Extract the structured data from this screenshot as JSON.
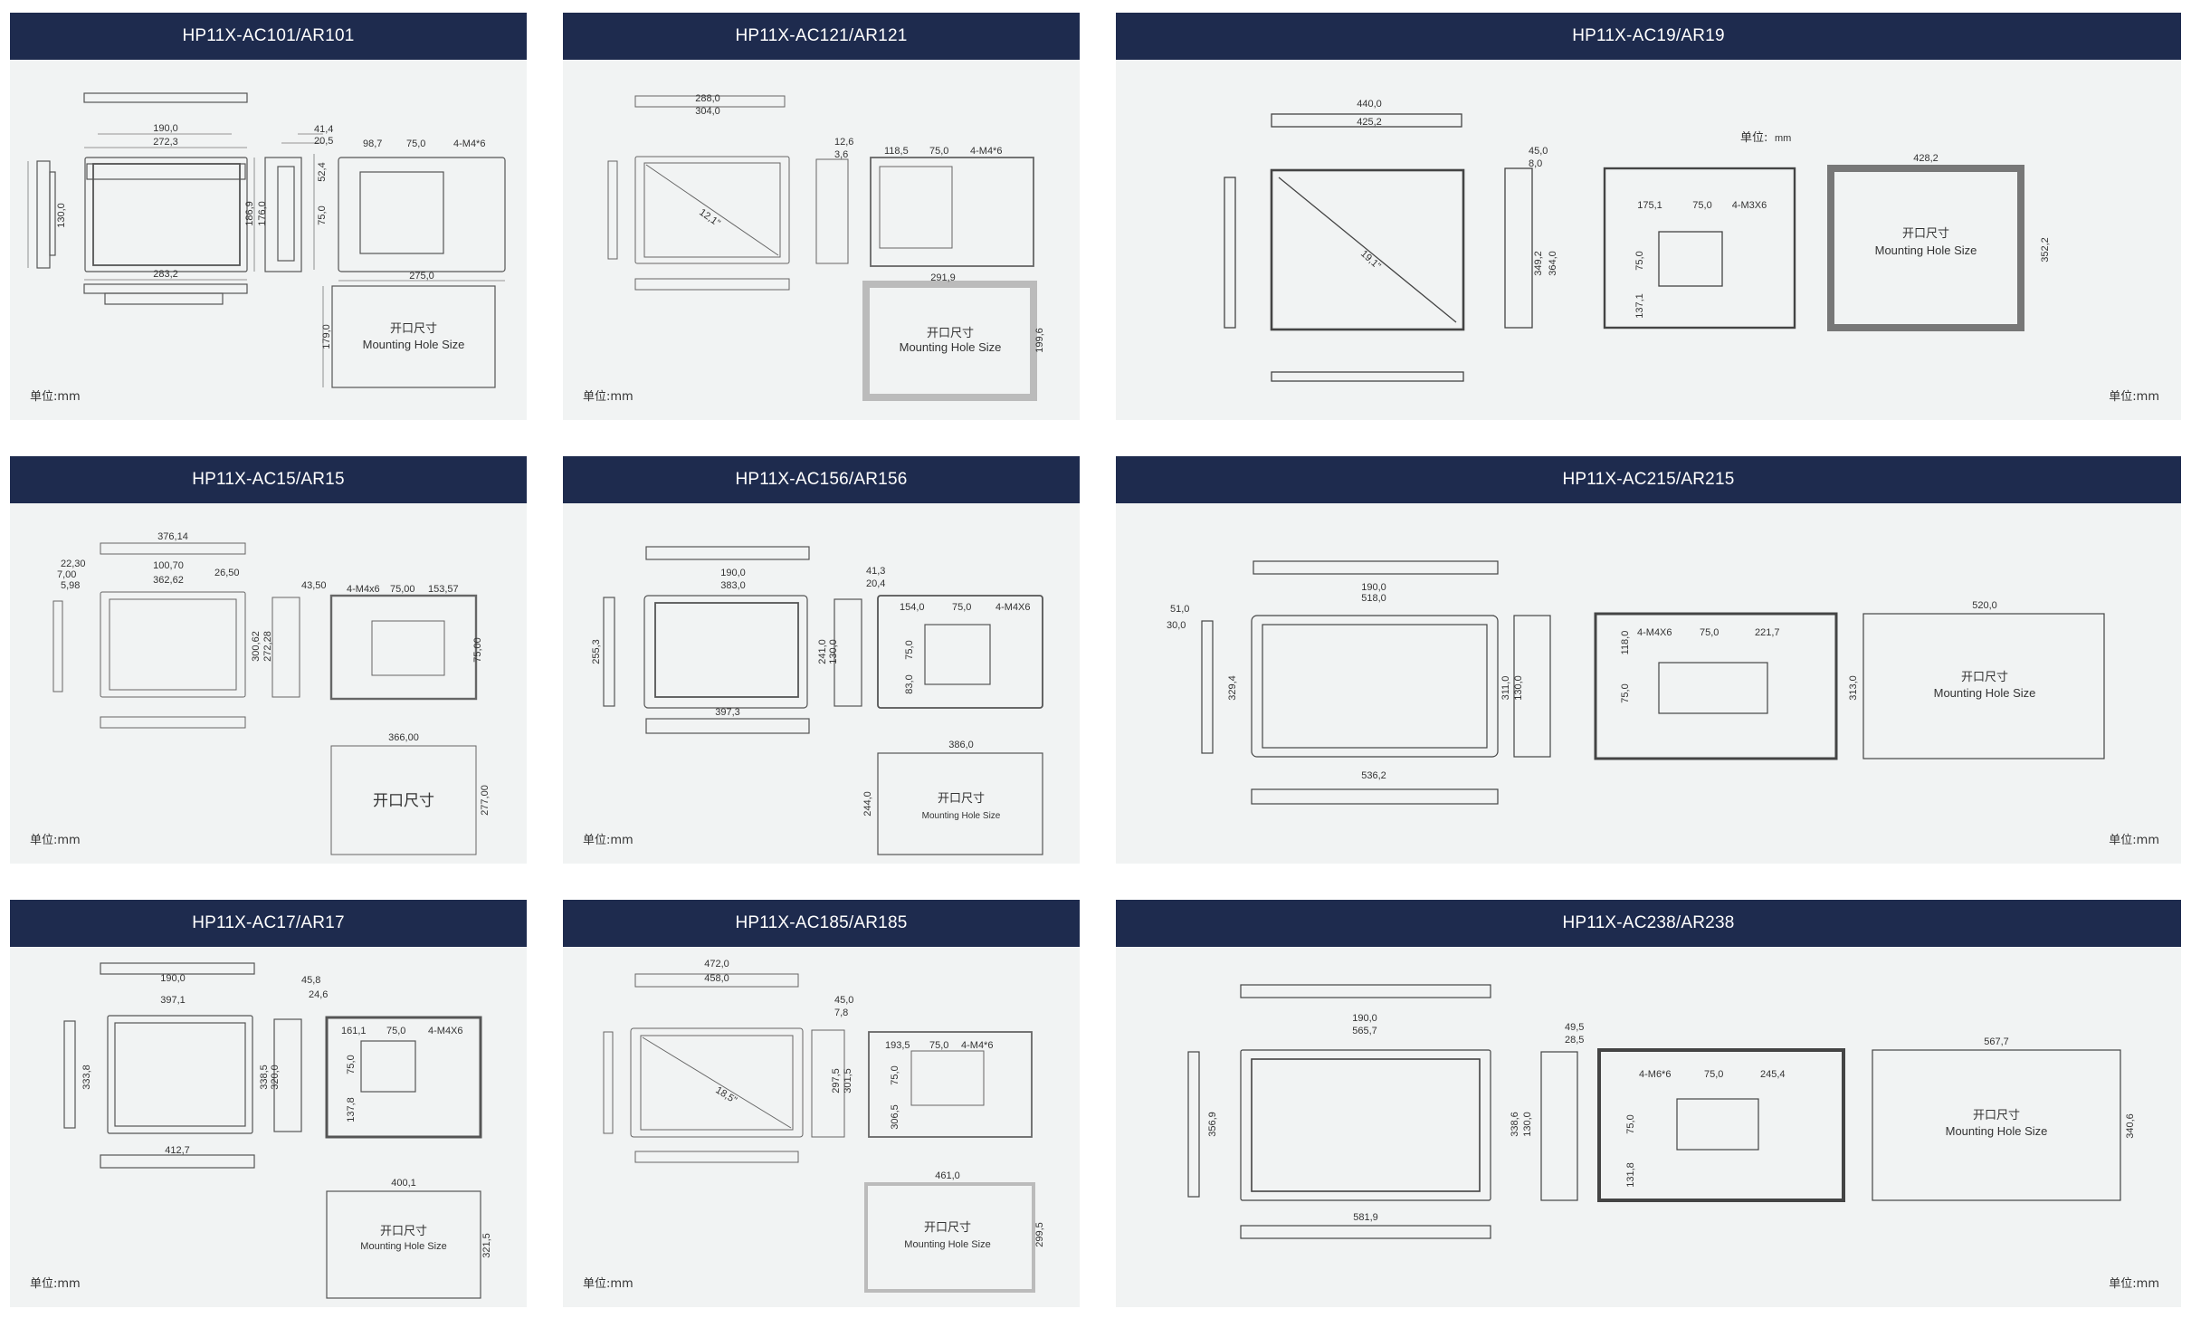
{
  "colors": {
    "header_bg": "#1e2b4e",
    "panel_bg": "#f1f3f3",
    "line": "#555555"
  },
  "panels": [
    {
      "title": "HP11X-AC101/AR101",
      "unit": "单位:mm",
      "dims": {
        "d1": "190,0",
        "d2": "272,3",
        "d3": "41,4",
        "d4": "20,5",
        "d5": "98,7",
        "d6": "75,0",
        "d7": "4-M4*6",
        "d8": "130,0",
        "d9": "186,9",
        "d10": "176,0",
        "d11": "75,0",
        "d12": "52,4",
        "d13": "283,2",
        "d14": "275,0",
        "d15": "179,0"
      },
      "hole": {
        "cn": "开口尺寸",
        "en": "Mounting Hole Size"
      }
    },
    {
      "title": "HP11X-AC121/AR121",
      "unit": "单位:mm",
      "dims": {
        "d1": "288,0",
        "d2": "304,0",
        "d3": "12,6",
        "d4": "3,6",
        "d5": "118,5",
        "d6": "75,0",
        "d7": "4-M4*6",
        "d8": "12,1\"",
        "d9": "291,9",
        "d10": "199,6"
      },
      "hole": {
        "cn": "开口尺寸",
        "en": "Mounting Hole Size"
      }
    },
    {
      "title": "HP11X-AC19/AR19",
      "unit": "单位:mm",
      "unit_label": "单位:",
      "unit_value": "mm",
      "dims": {
        "d1": "440,0",
        "d2": "425,2",
        "d3": "45,0",
        "d4": "8,0",
        "d5": "19,1\"",
        "d6": "349,2",
        "d7": "364,0",
        "d8": "175,1",
        "d9": "75,0",
        "d10": "4-M3X6",
        "d11": "75,0",
        "d12": "137,1",
        "d13": "428,2",
        "d14": "352,2"
      },
      "hole": {
        "cn": "开口尺寸",
        "en": "Mounting Hole Size"
      }
    },
    {
      "title": "HP11X-AC15/AR15",
      "unit": "单位:mm",
      "dims": {
        "d1": "376,14",
        "d2": "100,70",
        "d3": "362,62",
        "d4": "26,50",
        "d5": "22,30",
        "d6": "7,00",
        "d7": "5,98",
        "d8": "4-M4x6",
        "d9": "75,00",
        "d10": "153,57",
        "d11": "43,50",
        "d12": "300,62",
        "d13": "272,28",
        "d14": "75,00",
        "d15": "366,00",
        "d16": "277,00"
      },
      "hole": {
        "cn": "开口尺寸",
        "en": ""
      }
    },
    {
      "title": "HP11X-AC156/AR156",
      "unit": "单位:mm",
      "dims": {
        "d1": "190,0",
        "d2": "383,0",
        "d3": "41,3",
        "d4": "20,4",
        "d5": "154,0",
        "d6": "75,0",
        "d7": "4-M4X6",
        "d8": "255,3",
        "d9": "241,0",
        "d10": "130,0",
        "d11": "75,0",
        "d12": "83,0",
        "d13": "397,3",
        "d14": "386,0",
        "d15": "244,0"
      },
      "hole": {
        "cn": "开口尺寸",
        "en": "Mounting Hole Size"
      }
    },
    {
      "title": "HP11X-AC215/AR215",
      "unit": "单位:mm",
      "dims": {
        "d1": "51,0",
        "d2": "30,0",
        "d3": "190,0",
        "d4": "518,0",
        "d5": "329,4",
        "d6": "311,0",
        "d7": "130,0",
        "d8": "4-M4X6",
        "d9": "75,0",
        "d10": "221,7",
        "d11": "118,0",
        "d12": "75,0",
        "d13": "313,0",
        "d14": "520,0",
        "d15": "536,2"
      },
      "hole": {
        "cn": "开口尺寸",
        "en": "Mounting Hole Size"
      }
    },
    {
      "title": "HP11X-AC17/AR17",
      "unit": "单位:mm",
      "dims": {
        "d1": "190,0",
        "d2": "397,1",
        "d3": "45,8",
        "d4": "24,6",
        "d5": "161,1",
        "d6": "75,0",
        "d7": "4-M4X6",
        "d8": "333,8",
        "d9": "338,5",
        "d10": "320,0",
        "d11": "75,0",
        "d12": "137,8",
        "d13": "412,7",
        "d14": "400,1",
        "d15": "321,5"
      },
      "hole": {
        "cn": "开口尺寸",
        "en": "Mounting Hole Size"
      }
    },
    {
      "title": "HP11X-AC185/AR185",
      "unit": "单位:mm",
      "dims": {
        "d1": "472,0",
        "d2": "458,0",
        "d3": "45,0",
        "d4": "7,8",
        "d5": "18,5\"",
        "d6": "297,5",
        "d7": "301,5",
        "d8": "193,5",
        "d9": "75,0",
        "d10": "4-M4*6",
        "d11": "75,0",
        "d12": "306,5",
        "d13": "461,0",
        "d14": "299,5"
      },
      "hole": {
        "cn": "开口尺寸",
        "en": "Mounting Hole Size"
      }
    },
    {
      "title": "HP11X-AC238/AR238",
      "unit": "单位:mm",
      "dims": {
        "d1": "190,0",
        "d2": "565,7",
        "d3": "49,5",
        "d4": "28,5",
        "d5": "356,9",
        "d6": "338,6",
        "d7": "130,0",
        "d8": "4-M6*6",
        "d9": "75,0",
        "d10": "245,4",
        "d11": "75,0",
        "d12": "131,8",
        "d13": "567,7",
        "d14": "340,6",
        "d15": "581,9"
      },
      "hole": {
        "cn": "开口尺寸",
        "en": "Mounting Hole Size"
      }
    }
  ]
}
